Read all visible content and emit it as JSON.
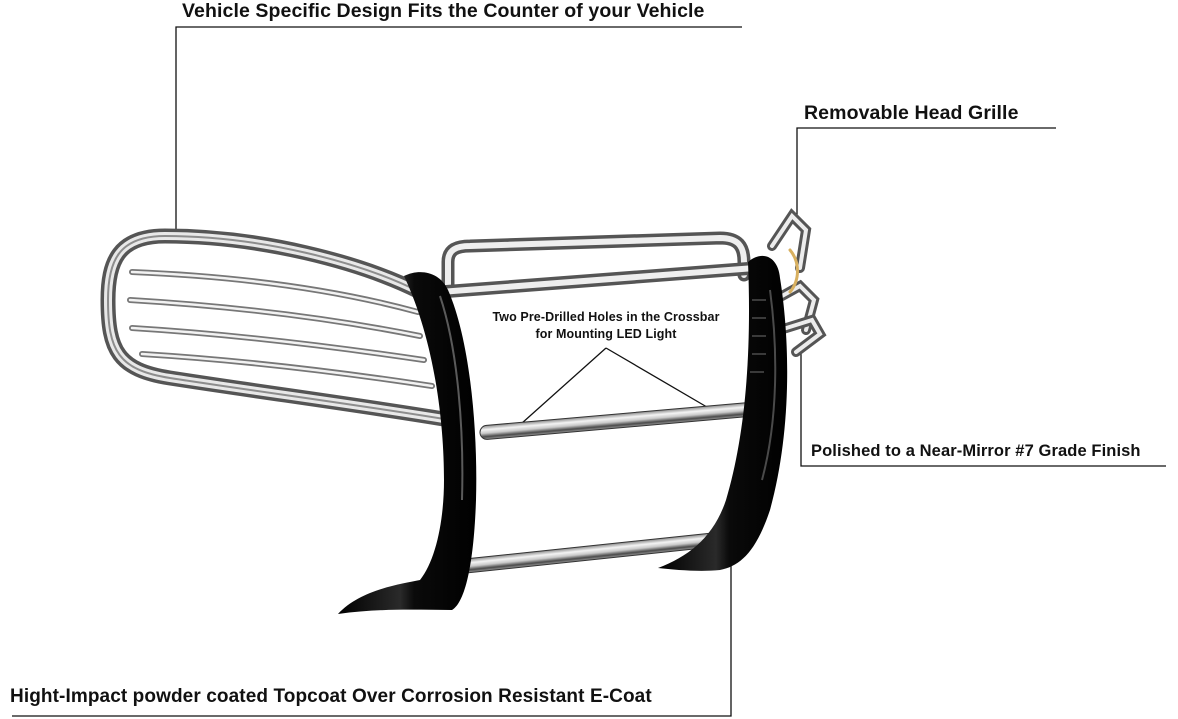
{
  "callouts": {
    "vehicle_specific": "Vehicle Specific Design Fits the Counter of your Vehicle",
    "removable_grille": "Removable Head Grille",
    "pre_drilled_line1": "Two Pre-Drilled Holes in the Crossbar",
    "pre_drilled_line2": "for Mounting LED Light",
    "polished_finish": "Polished to a Near-Mirror #7 Grade Finish",
    "powder_coat": "Hight-Impact powder coated Topcoat Over Corrosion Resistant E-Coat"
  },
  "colors": {
    "background": "#ffffff",
    "text": "#111111",
    "chrome_light": "#f2f2f2",
    "chrome_dark": "#5a5a5a",
    "upright_black": "#0d0d0d"
  }
}
